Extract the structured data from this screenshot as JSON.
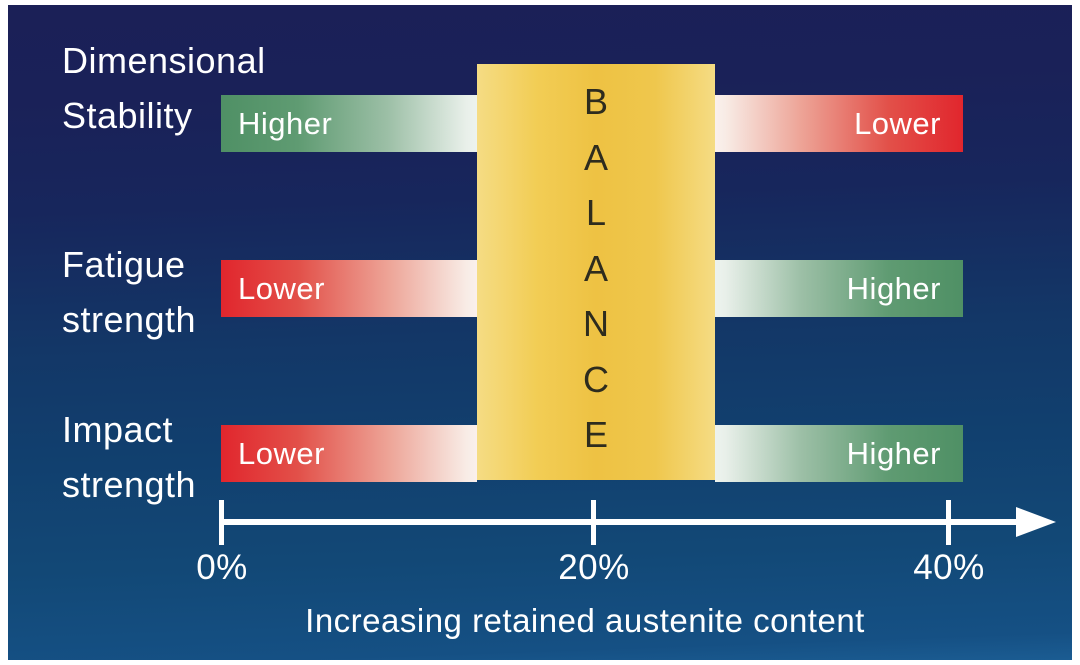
{
  "rows": [
    {
      "name": "Dimensional Stability",
      "label_lines": [
        "Dimensional",
        "Stability"
      ],
      "left_bar": {
        "label": "Higher",
        "tone": "green",
        "solid_side": "left"
      },
      "right_bar": {
        "label": "Lower",
        "tone": "red",
        "solid_side": "right"
      }
    },
    {
      "name": "Fatigue strength",
      "label_lines": [
        "Fatigue",
        "strength"
      ],
      "left_bar": {
        "label": "Lower",
        "tone": "red",
        "solid_side": "left"
      },
      "right_bar": {
        "label": "Higher",
        "tone": "green",
        "solid_side": "right"
      }
    },
    {
      "name": "Impact strength",
      "label_lines": [
        "Impact",
        "strength"
      ],
      "left_bar": {
        "label": "Lower",
        "tone": "red",
        "solid_side": "left"
      },
      "right_bar": {
        "label": "Higher",
        "tone": "green",
        "solid_side": "right"
      }
    }
  ],
  "balance": {
    "word": "BALANCE",
    "letters": [
      "B",
      "A",
      "L",
      "A",
      "N",
      "C",
      "E"
    ]
  },
  "axis": {
    "tick_labels": [
      "0%",
      "20%",
      "40%"
    ],
    "caption": "Increasing retained austenite content"
  },
  "colors": {
    "background_top": "#1b2057",
    "background_bottom": "#1b5c92",
    "green": "#4f9065",
    "red": "#e1262d",
    "gold": "#eec243",
    "text": "#ffffff",
    "balance_text": "#2e2c1e"
  }
}
